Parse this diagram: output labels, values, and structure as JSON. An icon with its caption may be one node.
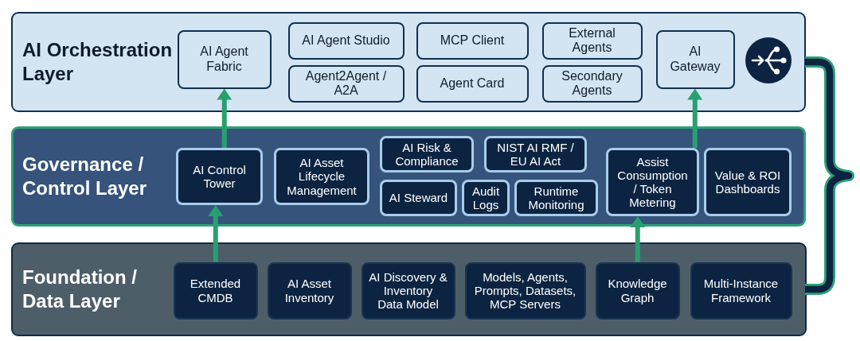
{
  "diagram": {
    "nodes": [
      {
        "text": [
          "AI Orchestration Layer"
        ]
      },
      {
        "text": [
          "AI Agent Fabric"
        ],
        "in": 0
      },
      {
        "text": [
          "AI Agent Studio"
        ],
        "in": 0
      },
      {
        "text": [
          "Agent2Agent / A2A"
        ],
        "in": 0
      },
      {
        "text": [
          "MCP Client"
        ],
        "in": 0
      },
      {
        "text": [
          "Agent Card"
        ],
        "in": 0
      },
      {
        "text": [
          "External Agents"
        ],
        "in": 0
      },
      {
        "text": [
          "Secondary Agents"
        ],
        "in": 0
      },
      {
        "text": [
          "AI Gateway"
        ],
        "in": 0
      },
      {
        "text": [
          "Governance / Control Layer"
        ]
      },
      {
        "text": [
          "AI Control Tower"
        ],
        "in": 9
      },
      {
        "text": [
          "AI Asset Lifecycle Management"
        ],
        "in": 9
      },
      {
        "text": [
          "AI Risk & Compliance"
        ],
        "in": 9
      },
      {
        "text": [
          "NIST AI RMF / EU AI Act"
        ],
        "in": 9
      },
      {
        "text": [
          "AI Steward"
        ],
        "in": 9
      },
      {
        "text": [
          "Audit Logs"
        ],
        "in": 9
      },
      {
        "text": [
          "Runtime Monitoring"
        ],
        "in": 9
      },
      {
        "text": [
          "Assist Consumption / Token Metering"
        ],
        "in": 9
      },
      {
        "text": [
          "Value & ROI Dashboards"
        ],
        "in": 9
      },
      {
        "text": [
          "Foundation / Data Layer"
        ]
      },
      {
        "text": [
          "Extended CMDB"
        ],
        "in": 19
      },
      {
        "text": [
          "AI Asset Inventory"
        ],
        "in": 19
      },
      {
        "text": [
          "AI Discovery & Inventory Data Model"
        ],
        "in": 19
      },
      {
        "text": [
          "Models, Agents, Prompts, Datasets, MCP Servers"
        ],
        "in": 19
      },
      {
        "text": [
          "Knowledge Graph"
        ],
        "in": 19
      },
      {
        "text": [
          "Multi-Instance Framework"
        ],
        "in": 19
      }
    ],
    "edges": [
      {
        "from": 20,
        "to": 10,
        "arrow": "to"
      },
      {
        "from": 10,
        "to": 1,
        "arrow": "to"
      },
      {
        "from": 24,
        "to": 17,
        "arrow": "to"
      },
      {
        "from": 17,
        "to": 8,
        "arrow": "to"
      }
    ]
  }
}
